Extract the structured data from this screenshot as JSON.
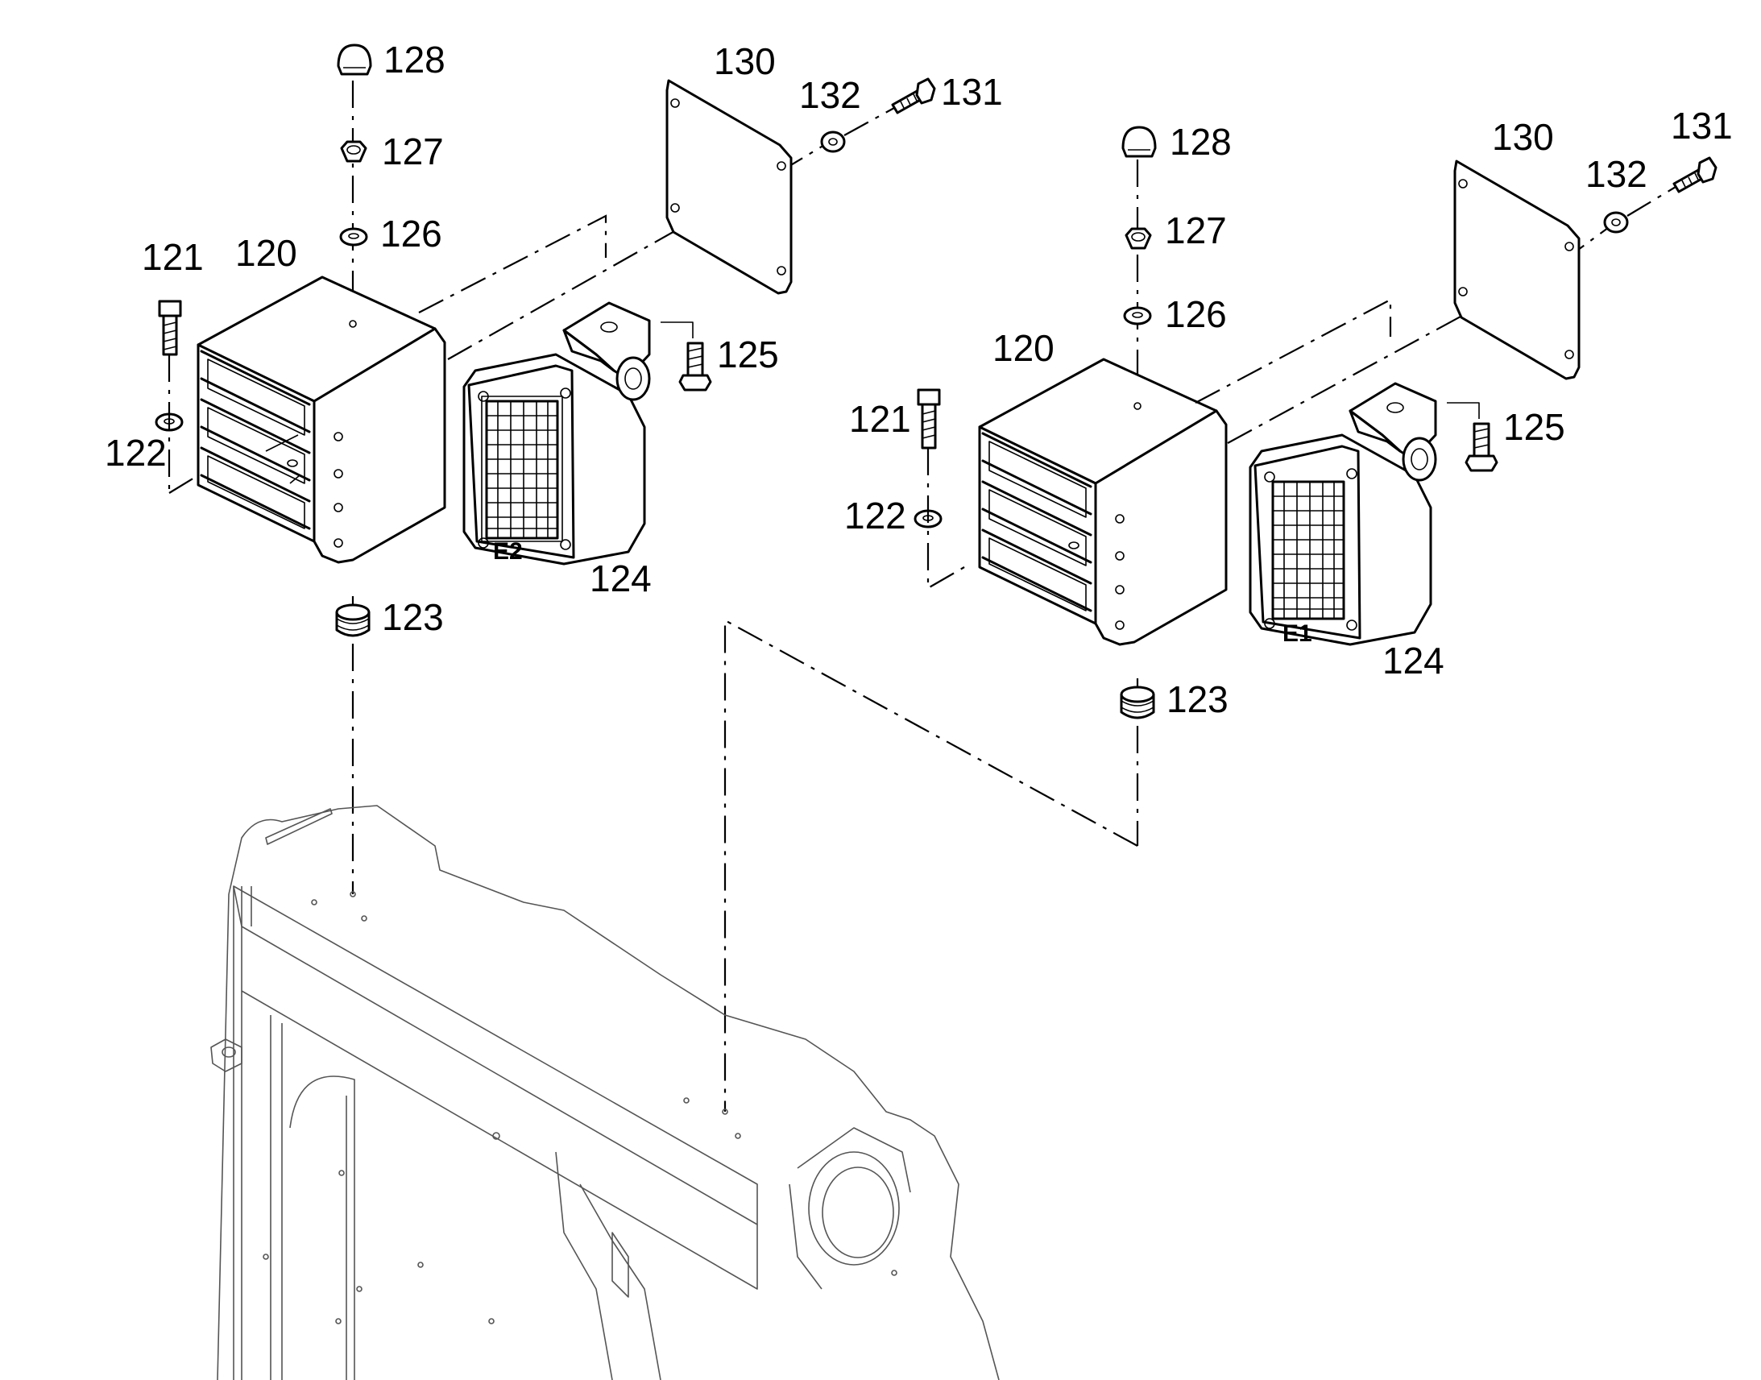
{
  "assemblies": [
    {
      "id": "left",
      "designation": "E2",
      "callouts": {
        "c120": "120",
        "c121": "121",
        "c122": "122",
        "c123": "123",
        "c124": "124",
        "c125": "125",
        "c126": "126",
        "c127": "127",
        "c128": "128",
        "c130": "130",
        "c131": "131",
        "c132": "132"
      }
    },
    {
      "id": "right",
      "designation": "E1",
      "callouts": {
        "c120": "120",
        "c121": "121",
        "c122": "122",
        "c123": "123",
        "c124": "124",
        "c125": "125",
        "c126": "126",
        "c127": "127",
        "c128": "128",
        "c130": "130",
        "c131": "131",
        "c132": "132"
      }
    }
  ],
  "icons": {
    "cap_nut": "cap-nut-icon",
    "hex_nut": "hex-nut-icon",
    "washer": "washer-icon",
    "bolt": "bolt-icon",
    "grommet": "rubber-grommet-icon",
    "work_lamp": "work-lamp-icon",
    "guard": "lamp-guard-icon",
    "plate": "cover-plate-icon"
  },
  "colors": {
    "line": "#000000",
    "frame_line": "#555555",
    "background": "#ffffff"
  }
}
